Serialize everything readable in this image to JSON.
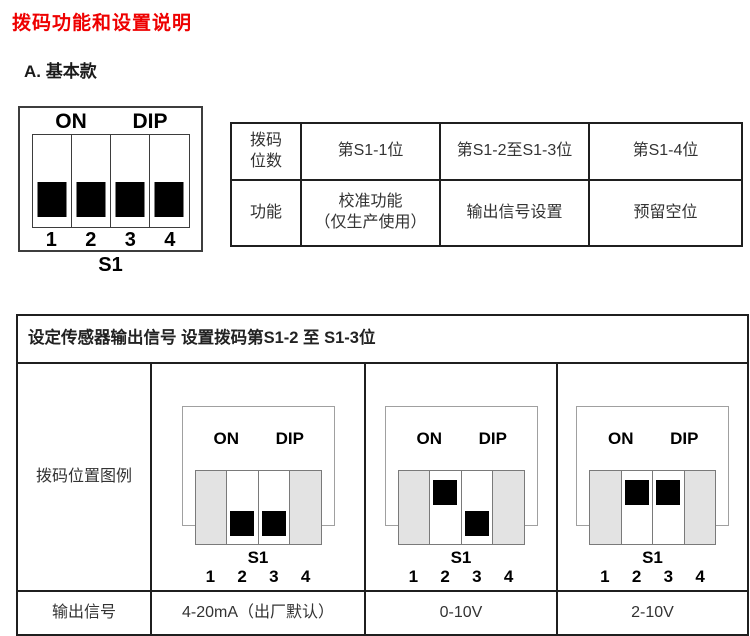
{
  "title": "拨码功能和设置说明",
  "section": "A. 基本款",
  "dip": {
    "on_label": "ON",
    "dip_label": "DIP",
    "switch_name": "S1",
    "positions": [
      "1",
      "2",
      "3",
      "4"
    ]
  },
  "main_dip_states": [
    "off",
    "off",
    "off",
    "off"
  ],
  "function_table": {
    "rows": [
      {
        "label": "拨码\n位数",
        "cells": [
          "第S1-1位",
          "第S1-2至S1-3位",
          "第S1-4位"
        ]
      },
      {
        "label": "功能",
        "cells": [
          "校准功能\n（仅生产使用）",
          "输出信号设置",
          "预留空位"
        ]
      }
    ]
  },
  "signal_table": {
    "title": "设定传感器输出信号 设置拨码第S1-2 至 S1-3位",
    "legend_row_label": "拨码位置图例",
    "signal_row_label": "输出信号",
    "options": [
      {
        "signal": "4-20mA（出厂默认）",
        "states": [
          "disabled",
          "off",
          "off",
          "disabled"
        ]
      },
      {
        "signal": "0-10V",
        "states": [
          "disabled",
          "on",
          "off",
          "disabled"
        ]
      },
      {
        "signal": "2-10V",
        "states": [
          "disabled",
          "on",
          "on",
          "disabled"
        ]
      }
    ]
  }
}
